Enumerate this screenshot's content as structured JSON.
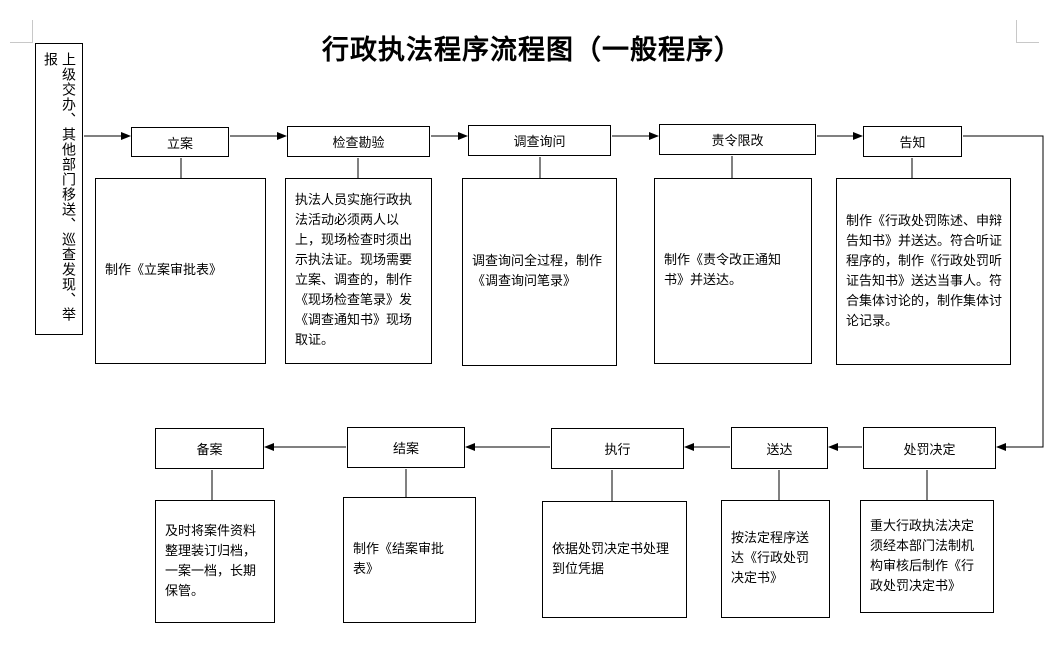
{
  "title": "行政执法程序流程图（一般程序）",
  "source": "上级交办、其他部门移送、巡查发现、举报",
  "row1": {
    "stages": [
      "立案",
      "检查勘验",
      "调查询问",
      "责令限改",
      "告知"
    ],
    "descriptions": [
      "制作《立案审批表》",
      "执法人员实施行政执法活动必须两人以上，现场检查时须出示执法证。现场需要立案、调查的，制作《现场检查笔录》发《调查通知书》现场取证。",
      "调查询问全过程，制作《调查询问笔录》",
      "制作《责令改正通知书》并送达。",
      "制作《行政处罚陈述、申辩告知书》并送达。符合听证程序的，制作《行政处罚听证告知书》送达当事人。符合集体讨论的，制作集体讨论记录。"
    ]
  },
  "row2": {
    "stages": [
      "备案",
      "结案",
      "执行",
      "送达",
      "处罚决定"
    ],
    "descriptions": [
      "及时将案件资料整理装订归档，一案一档，长期保管。",
      "制作《结案审批表》",
      "依据处罚决定书处理到位凭据",
      "按法定程序送达《行政处罚决定书》",
      "重大行政执法决定须经本部门法制机构审核后制作《行政处罚决定书》"
    ]
  }
}
